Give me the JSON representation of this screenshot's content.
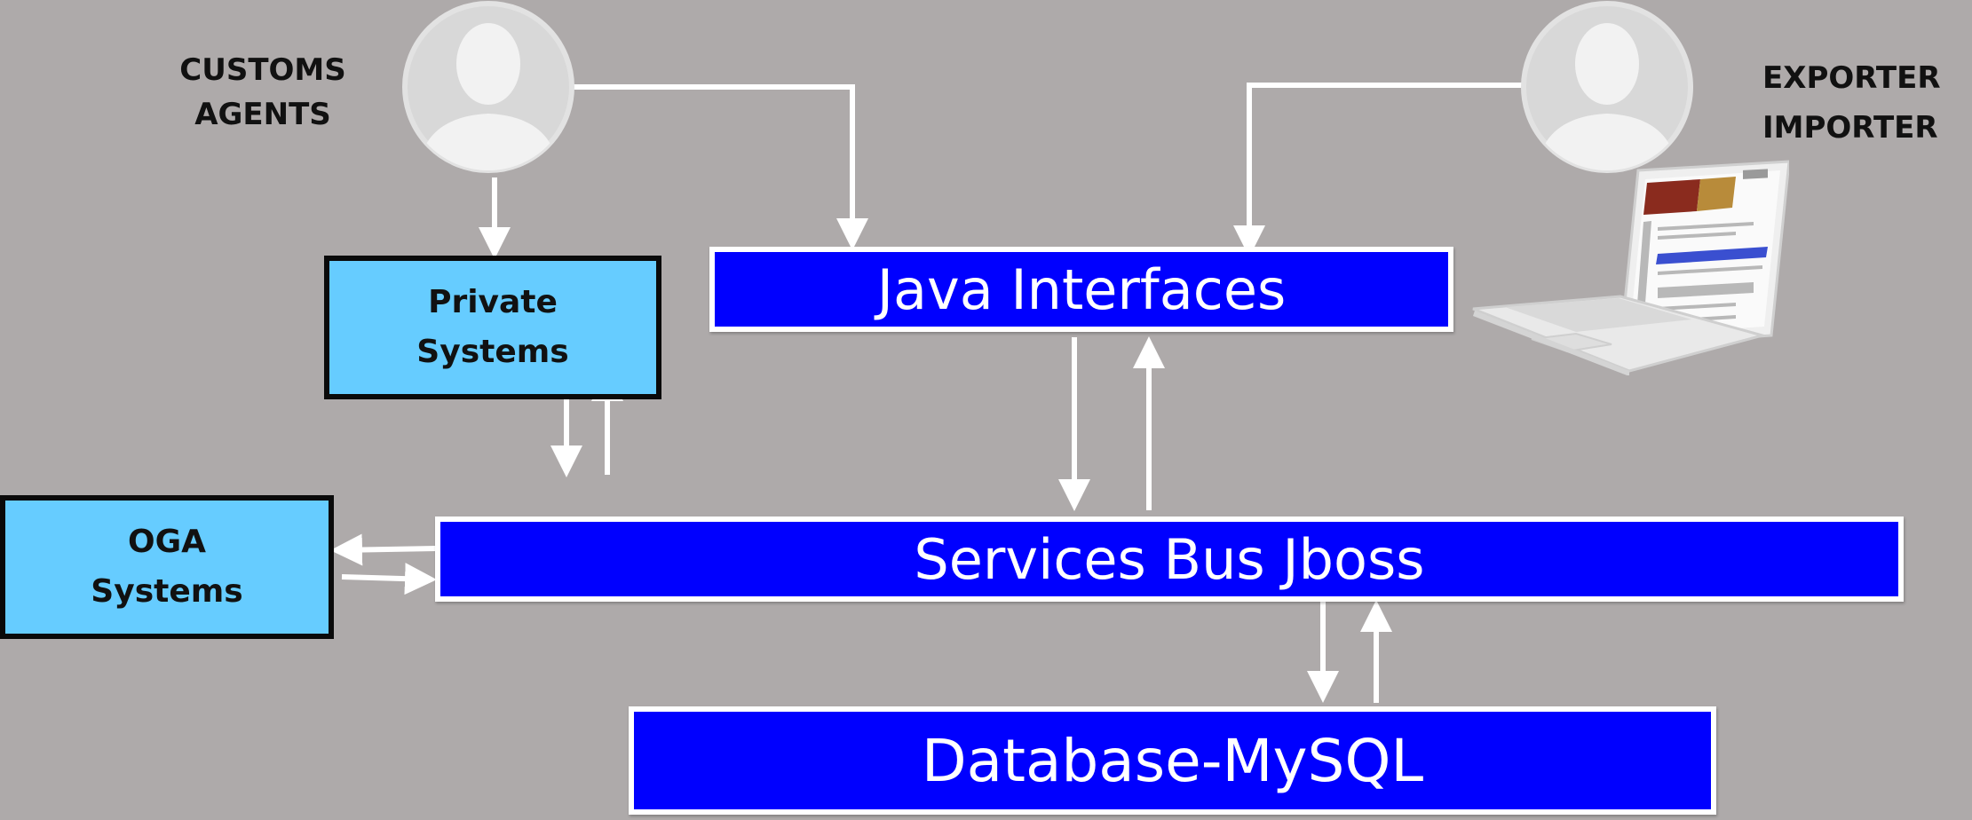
{
  "actors": {
    "customs": {
      "line1": "CUSTOMS",
      "line2": "AGENTS",
      "icon": "user-avatar-icon"
    },
    "exporter": {
      "line1": "EXPORTER",
      "line2": "IMPORTER",
      "icon": "user-avatar-icon"
    }
  },
  "boxes": {
    "java_interfaces": "Java Interfaces",
    "services_bus": "Services Bus Jboss",
    "database": "Database-MySQL",
    "private_systems": {
      "line1": "Private",
      "line2": "Systems"
    },
    "oga_systems": {
      "line1": "OGA",
      "line2": "Systems"
    }
  },
  "colors": {
    "background": "#aeaaaa",
    "component_fill": "#0000ff",
    "external_system_fill": "#66ccff",
    "connector": "#ffffff"
  }
}
